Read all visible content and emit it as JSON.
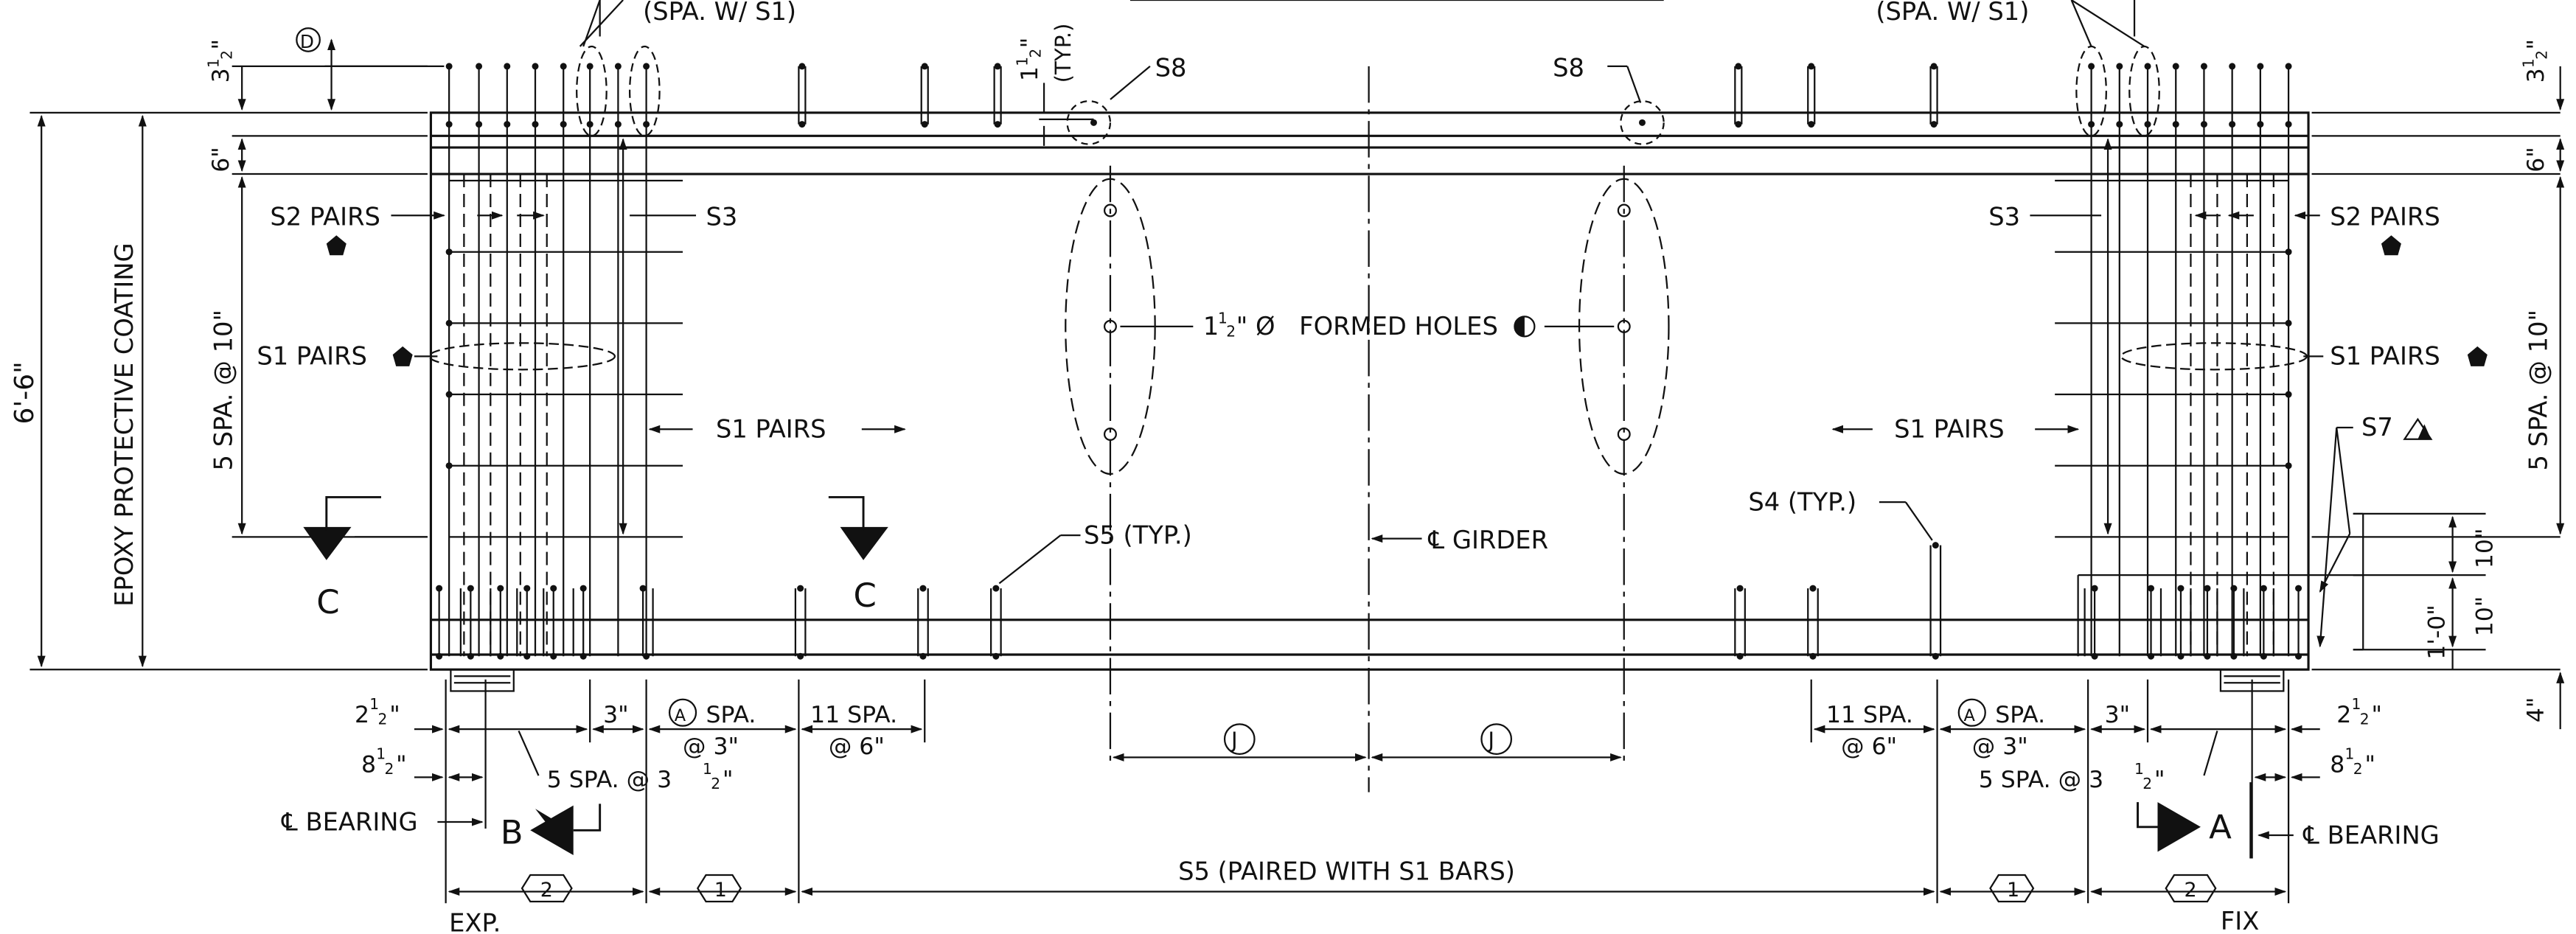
{
  "labels": {
    "spa_w_s1": "(SPA. W/ S1)",
    "s8": "S8",
    "half_typ": "(TYP.)",
    "dim_6in": "6\"",
    "dim_4in": "4\"",
    "dim_10in": "10\"",
    "dim_1ft": "1'-0\"",
    "dim_overall": "6'-6\"",
    "epoxy": "EPOXY PROTECTIVE COATING",
    "five_spa_10": "5 SPA. @ 10\"",
    "s2_pairs": "S2 PAIRS",
    "s1_pairs": "S1 PAIRS",
    "s3": "S3",
    "formed_holes": "FORMED HOLES",
    "s5_typ": "S5 (TYP.)",
    "s4_typ": "S4 (TYP.)",
    "s7": "S7",
    "girder_cl": "℄ GIRDER",
    "section_c": "C",
    "view_b": "B",
    "view_a": "A",
    "cl_bearing": "℄ BEARING",
    "dim_3in": "3\"",
    "spa_word": "SPA.",
    "at_3": "@ 3\"",
    "eleven_spa": "11 SPA.",
    "at_6": "@ 6\"",
    "five_spa_prefix": "5 SPA. @ 3",
    "tag_a": "A",
    "tag_d": "D",
    "tag_j": "J",
    "tag_1": "1",
    "tag_2": "2",
    "s5_paired": "S5 (PAIRED WITH S1 BARS)",
    "exp": "EXP.",
    "fix": "FIX"
  },
  "fractions": {
    "three_half": {
      "whole": "3",
      "num": "1",
      "den": "2",
      "unit": "\""
    },
    "one_half": {
      "whole": "1",
      "num": "1",
      "den": "2",
      "unit": "\""
    },
    "one_half_dia": {
      "whole": "1",
      "num": "1",
      "den": "2",
      "unit": "\" Ø"
    },
    "two_half": {
      "whole": "2",
      "num": "1",
      "den": "2",
      "unit": "\""
    },
    "eight_half": {
      "whole": "8",
      "num": "1",
      "den": "2",
      "unit": "\""
    },
    "three_half_tail": {
      "whole": "",
      "num": "1",
      "den": "2",
      "unit": "\""
    }
  },
  "colors": {
    "line": "#1a1a1a",
    "paper": "#ffffff"
  }
}
